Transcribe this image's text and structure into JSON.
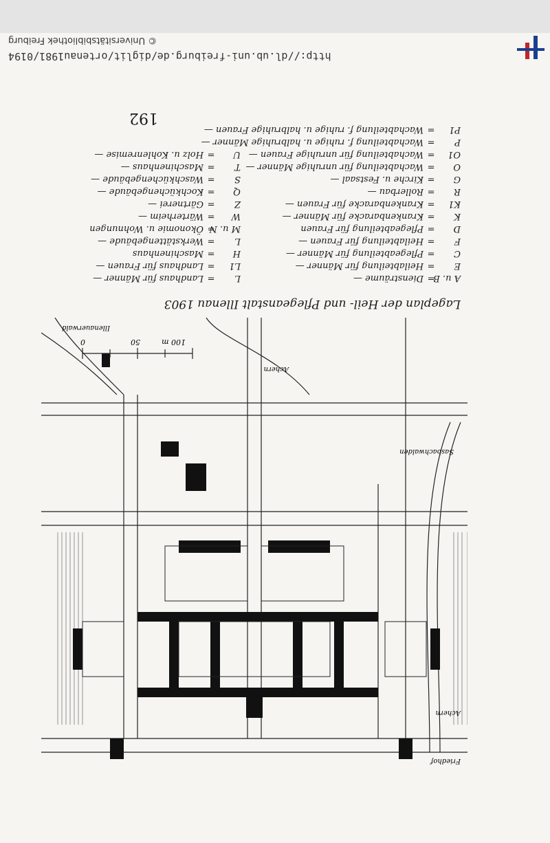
{
  "viewer": {
    "url": "http://dl.ub.uni-freiburg.de/diglit/ortenau1981/0194",
    "copyright": "© Universitätsbibliothek Freiburg"
  },
  "page": {
    "number": "192",
    "caption": "Lageplan der Heil- und Pflegeanstalt Illenau 1903",
    "legend_left": [
      {
        "code": "A u. B",
        "text": "Diensträume —"
      },
      {
        "code": "E",
        "text": "Heilabteilung für Männer —"
      },
      {
        "code": "C",
        "text": "Pflegeabteilung für Männer —"
      },
      {
        "code": "F",
        "text": "Heilabteilung für Frauen —"
      },
      {
        "code": "D",
        "text": "Pflegeabteilung für Frauen"
      },
      {
        "code": "K",
        "text": "Krankenbaracke für Männer —"
      },
      {
        "code": "K1",
        "text": "Krankenbaracke für Frauen —"
      },
      {
        "code": "R",
        "text": "Rollerbau —"
      },
      {
        "code": "G",
        "text": "Kirche u. Festsaal —"
      },
      {
        "code": "O",
        "text": "Wachabteilung für unruhige Männer —"
      },
      {
        "code": "O1",
        "text": "Wachabteilung für unruhige Frauen —"
      },
      {
        "code": "P",
        "text": "Wachabteilung f. ruhige u. halbruhige Männer —"
      },
      {
        "code": "P1",
        "text": "Wachabteilung f. ruhige u. halbruhige Frauen —"
      }
    ],
    "legend_right": [
      {
        "code": "L",
        "text": "Landhaus für Männer —"
      },
      {
        "code": "L1",
        "text": "Landhaus für Frauen —"
      },
      {
        "code": "H",
        "text": "Maschinenhaus"
      },
      {
        "code": "L",
        "text": "Werkstättengebäude —"
      },
      {
        "code": "M u. N",
        "text": "Ökonomie u. Wohnungen"
      },
      {
        "code": "W",
        "text": "Wärterheim —"
      },
      {
        "code": "Z",
        "text": "Gärtnerei —"
      },
      {
        "code": "Q",
        "text": "Kochküchengebäude —"
      },
      {
        "code": "S",
        "text": "Waschküchengebäude —"
      },
      {
        "code": "T",
        "text": "Maschinenhaus —"
      },
      {
        "code": "U",
        "text": "Holz u. Kohlenremise —"
      }
    ],
    "map_labels": {
      "road_top_left": "Illenauerwald",
      "road_top_right": "Achern",
      "road_right": "Sasbachwalden",
      "road_bottom_right": "Achern",
      "road_bottom": "Friedhof",
      "scale": "100 m",
      "scale_mid": "50",
      "scale_zero": "0"
    }
  }
}
